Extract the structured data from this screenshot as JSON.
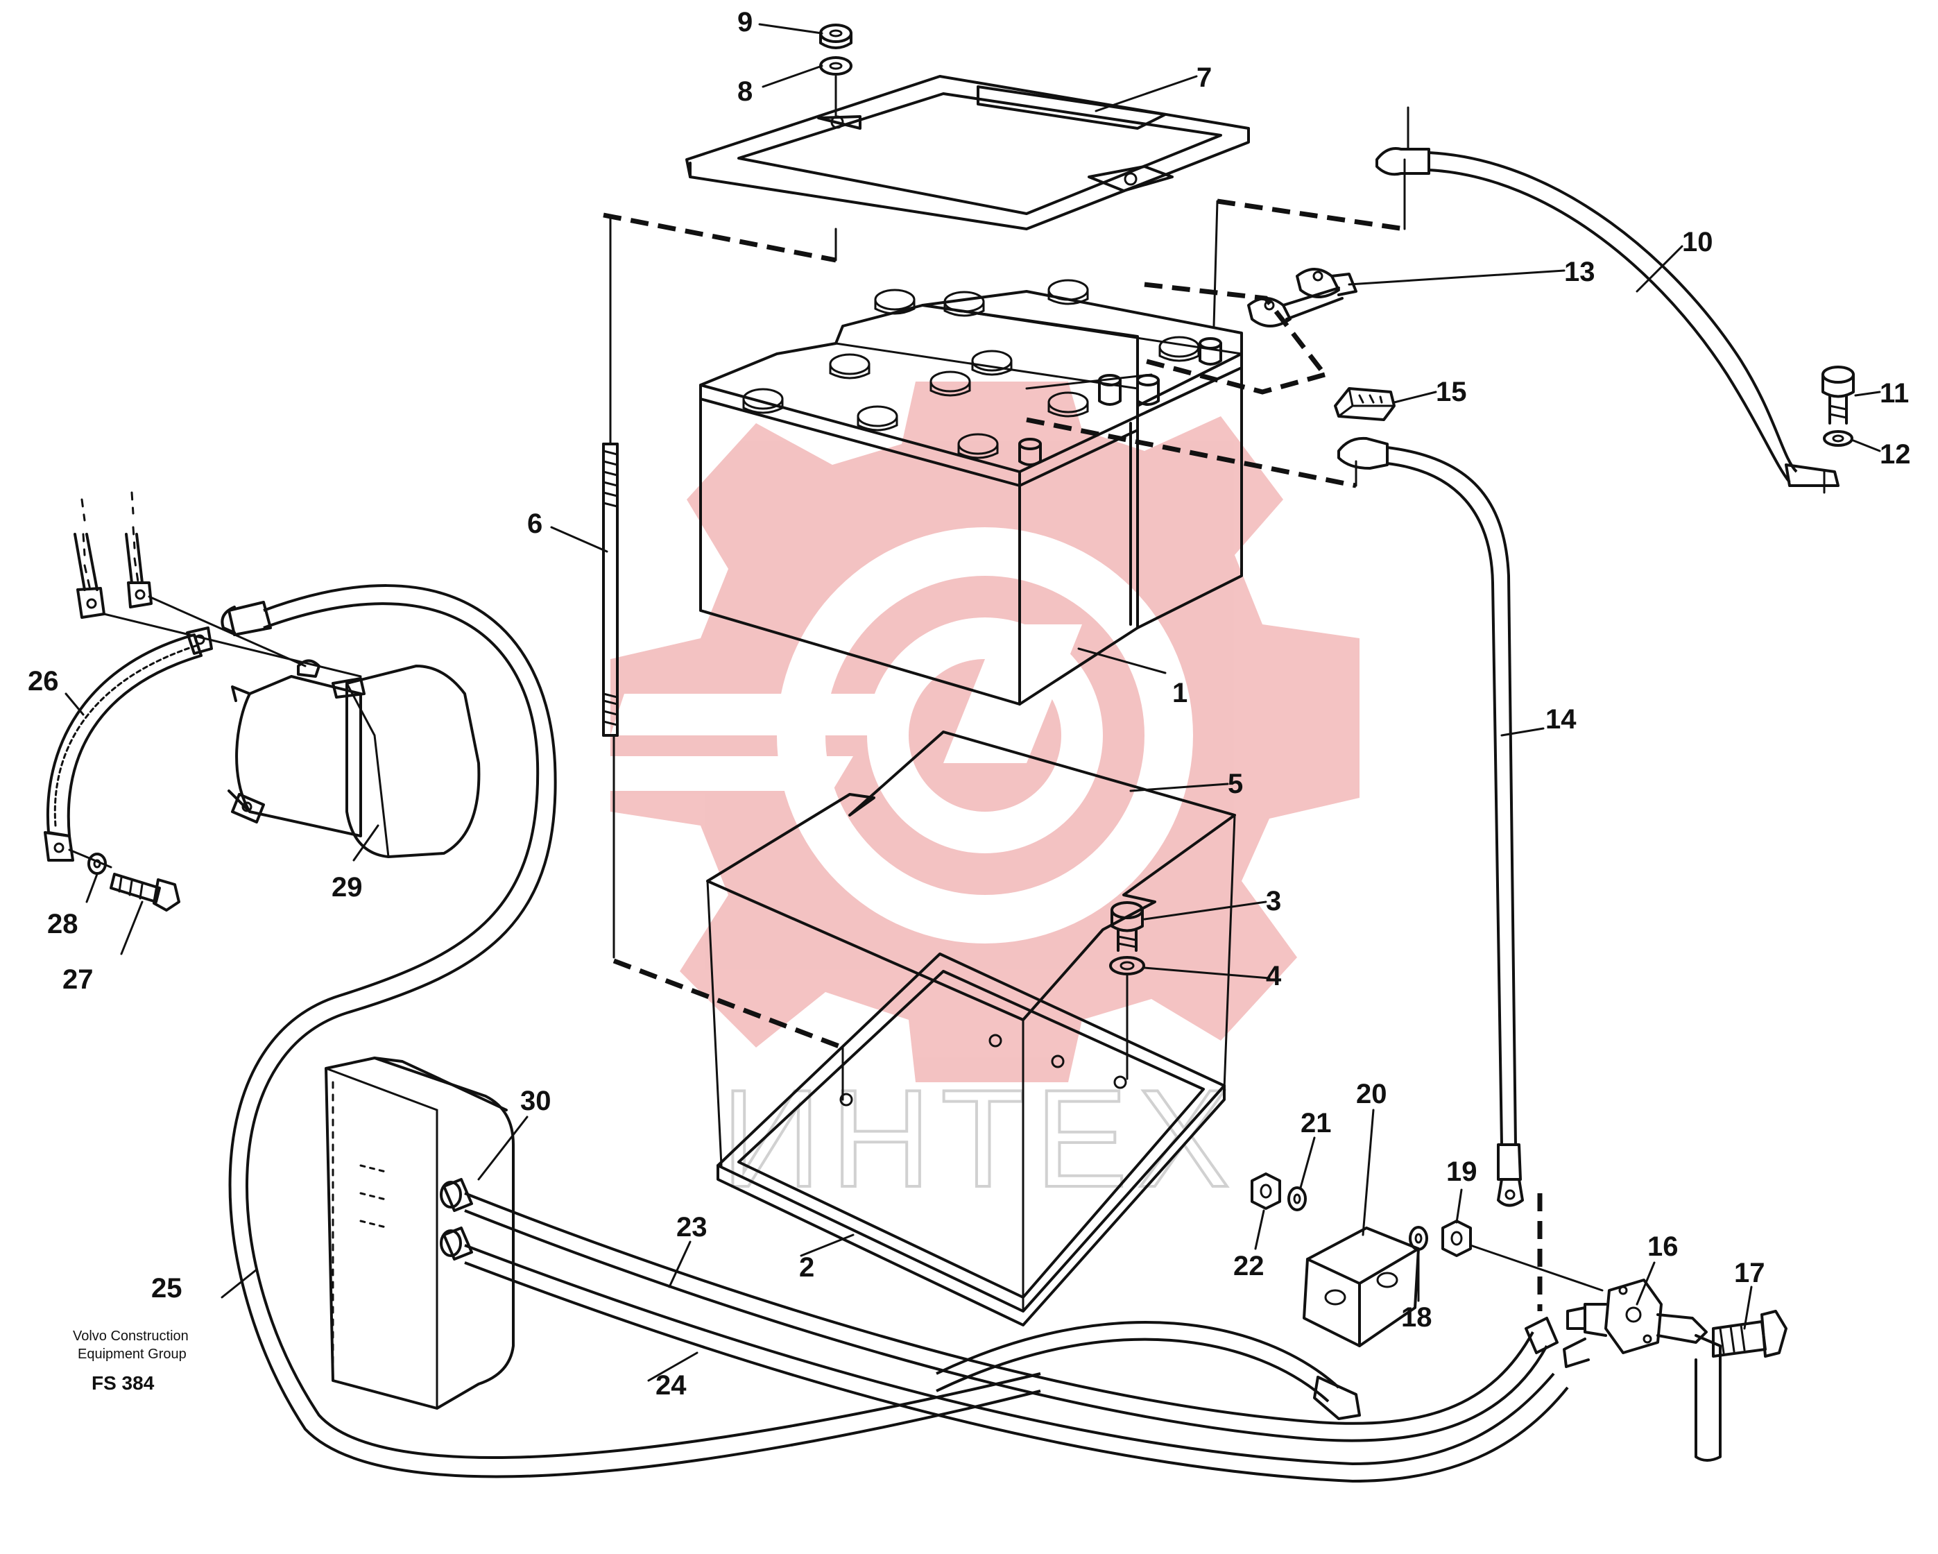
{
  "diagram": {
    "callouts": [
      "1",
      "2",
      "3",
      "4",
      "5",
      "6",
      "7",
      "8",
      "9",
      "10",
      "11",
      "12",
      "13",
      "14",
      "15",
      "16",
      "17",
      "18",
      "19",
      "20",
      "21",
      "22",
      "23",
      "24",
      "25",
      "26",
      "27",
      "28",
      "29",
      "30"
    ],
    "caption": {
      "line1": "Volvo Construction",
      "line2": "Equipment Group",
      "code": "FS 384"
    },
    "watermark": {
      "text": "ИНТЕХ",
      "color": "#f2b8b8"
    }
  }
}
